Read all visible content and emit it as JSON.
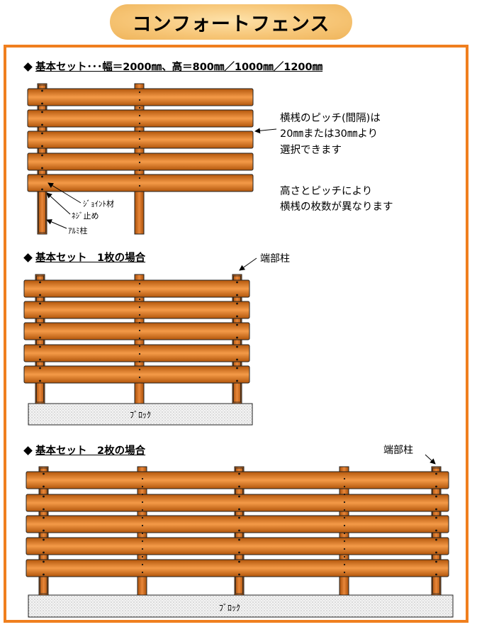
{
  "title": "コンフォートフェンス",
  "colors": {
    "accent": "#f07f1e",
    "wood_dark": "#b2560b",
    "wood_light": "#f49a48",
    "title_fill": "#f7c779"
  },
  "section1": {
    "heading": "基本セット･･･幅＝2000㎜、高＝800㎜／1000㎜／1200㎜",
    "note_pitch": [
      "横桟のピッチ(間隔)は",
      "20㎜または30㎜より",
      "選択できます"
    ],
    "note_height": [
      "高さとピッチにより",
      "横桟の枚数が異なります"
    ],
    "label_joint": "ｼﾞｮｲﾝﾄ材",
    "label_screw": "ﾈｼﾞ止め",
    "label_post": "ｱﾙﾐ柱"
  },
  "section2": {
    "heading": "基本セット　1枚の場合",
    "label_end_post": "端部柱",
    "label_block": "ﾌﾞﾛｯｸ"
  },
  "section3": {
    "heading": "基本セット　2枚の場合",
    "label_end_post": "端部柱",
    "label_block": "ﾌﾞﾛｯｸ"
  },
  "icons": [
    "diamond-bullet-icon",
    "arrow-icon"
  ]
}
